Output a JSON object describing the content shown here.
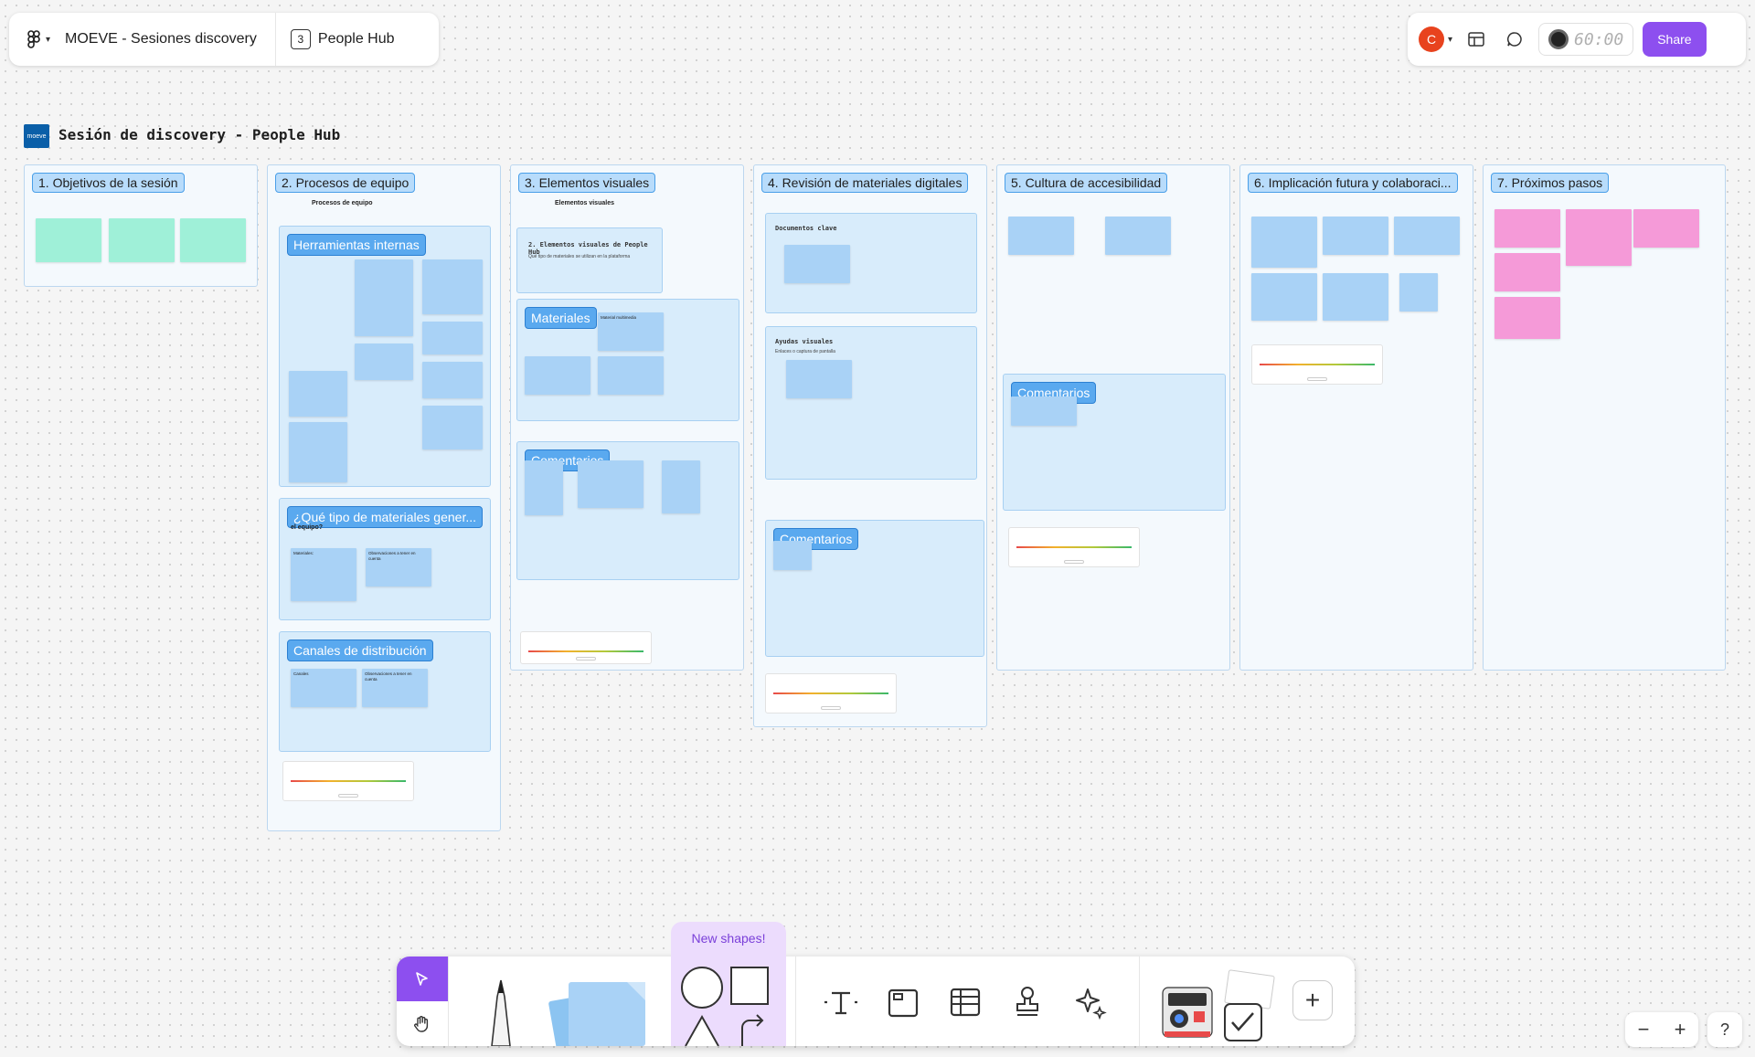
{
  "header": {
    "file_name": "MOEVE - Sesiones discovery",
    "page_number": "3",
    "page_name": "People Hub",
    "avatar_initial": "C",
    "timer": "60:00",
    "share_label": "Share"
  },
  "board": {
    "logo_text": "moeve",
    "title": "Sesión de discovery - People Hub"
  },
  "sections": {
    "s1": {
      "label": "1. Objetivos de la sesión"
    },
    "s2": {
      "label": "2. Procesos de equipo",
      "subtitle": "Procesos de equipo",
      "herramientas": "Herramientas internas",
      "materiales_q": "¿Qué tipo de materiales gener...",
      "materiales_sub": "el equipo?",
      "canales": "Canales de distribución",
      "sticky_materiales": "Materiales:",
      "sticky_obs1": "Observaciones a tener en cuenta",
      "sticky_canales": "Canales",
      "sticky_obs2": "Observaciones a tener en cuenta"
    },
    "s3": {
      "label": "3. Elementos visuales",
      "subtitle": "Elementos visuales",
      "heading": "2. Elementos visuales de People Hub",
      "question": "Qué tipo de materiales se utilizan en la plataforma",
      "materiales": "Materiales",
      "multimedia": "Material multimedia",
      "comentarios": "Comentarios"
    },
    "s4": {
      "label": "4. Revisión de materiales digitales",
      "docs": "Documentos clave",
      "ayudas": "Ayudas visuales",
      "ayudas_sub": "Enlaces o captura de pantalla",
      "comentarios": "Comentarios"
    },
    "s5": {
      "label": "5. Cultura de accesibilidad",
      "comentarios": "Comentarios"
    },
    "s6": {
      "label": "6. Implicación futura y colaboraci..."
    },
    "s7": {
      "label": "7. Próximos pasos"
    }
  },
  "toolbar": {
    "new_shapes": "New shapes!",
    "zoom_out": "−",
    "zoom_in": "+",
    "help": "?",
    "add": "+"
  },
  "colors": {
    "accent": "#8d4fef",
    "section_label": "#b8dcfb",
    "sticky_green": "#9ff0d8",
    "sticky_blue": "#a9d2f6",
    "sticky_pink": "#f59ad8"
  }
}
